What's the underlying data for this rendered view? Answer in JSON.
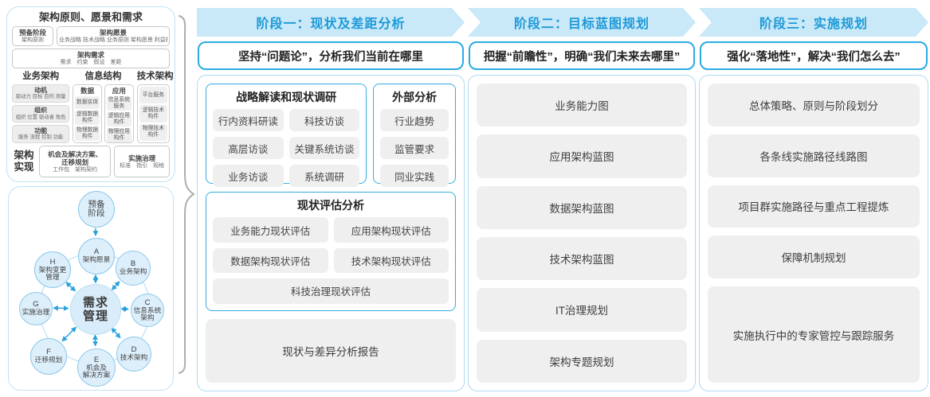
{
  "colors": {
    "accent_blue": "#29abe2",
    "band_bg": "#c9e8f8",
    "band_text": "#1d9ad8",
    "panel_border": "#bfe2f5",
    "group_border": "#35ace1",
    "chip_bg": "#efefef",
    "chip_text": "#444444",
    "circle_fill": "#ddeffb",
    "circle_border": "#8cc8ea",
    "arrow_blue": "#2aa3dc",
    "brace_gray": "#adadad"
  },
  "left_top": {
    "title": "架构原则、愿景和需求",
    "prep_box": {
      "title": "预备阶段",
      "sub": "架构原则"
    },
    "vision_box": {
      "title": "架构愿景",
      "sub": "业务战略 技术战略 业务原则 架构愿景 利益相关者"
    },
    "req_box": {
      "title": "架构需求",
      "sub": "需求　约束　假设　差距"
    },
    "business": {
      "title": "业务架构",
      "chips": [
        {
          "title": "动机",
          "sub": "驱动力 目标 目的 测量"
        },
        {
          "title": "组织",
          "sub": "组织 位置 驱动者 角色"
        },
        {
          "title": "功能",
          "sub": "服务 流程 控制 功能"
        }
      ]
    },
    "information": {
      "title": "信息结构",
      "data_col": {
        "title": "数据",
        "chips": [
          "数据实体",
          "逻辑数据构件",
          "物理数据构件"
        ]
      },
      "app_col": {
        "title": "应用",
        "chips": [
          "信息系统服务",
          "逻辑应用构件",
          "物理应用构件"
        ]
      }
    },
    "technology": {
      "title": "技术架构",
      "chips": [
        "平台服务",
        "逻辑技术构件",
        "物理技术构件"
      ]
    },
    "realization": {
      "label": "架构\n实现",
      "box1": {
        "title": "机会及解决方案、\n迁移规划",
        "sub": "工作包　架构契约"
      },
      "box2": {
        "title": "实施治理",
        "sub": "标准　指引　规格"
      }
    }
  },
  "left_bottom": {
    "prep": "预备\n阶段",
    "center": "需求\n管理",
    "nodes": [
      {
        "letter": "A",
        "label": "架构愿景"
      },
      {
        "letter": "B",
        "label": "业务架构"
      },
      {
        "letter": "C",
        "label": "信息系统\n架构"
      },
      {
        "letter": "D",
        "label": "技术架构"
      },
      {
        "letter": "E",
        "label": "机会及\n解决方案"
      },
      {
        "letter": "F",
        "label": "迁移规划"
      },
      {
        "letter": "G",
        "label": "实施治理"
      },
      {
        "letter": "H",
        "label": "架构变更\n管理"
      }
    ]
  },
  "phases": [
    {
      "header": "阶段一：现状及差距分析",
      "subtitle": "坚持“问题论”，分析我们当前在哪里",
      "group_research": {
        "title": "战略解读和现状调研",
        "chips": [
          "行内资料研读",
          "科技访谈",
          "高层访谈",
          "关键系统访谈",
          "业务访谈",
          "系统调研"
        ]
      },
      "group_external": {
        "title": "外部分析",
        "chips": [
          "行业趋势",
          "监管要求",
          "同业实践"
        ]
      },
      "group_assess": {
        "title": "现状评估分析",
        "chips": [
          "业务能力现状评估",
          "应用架构现状评估",
          "数据架构现状评估",
          "技术架构现状评估",
          "科技治理现状评估"
        ]
      },
      "report": "现状与差异分析报告"
    },
    {
      "header": "阶段二：目标蓝图规划",
      "subtitle": "把握“前瞻性”，明确“我们未来去哪里”",
      "items": [
        "业务能力图",
        "应用架构蓝图",
        "数据架构蓝图",
        "技术架构蓝图",
        "IT治理规划",
        "架构专题规划"
      ]
    },
    {
      "header": "阶段三：实施规划",
      "subtitle": "强化“落地性”，解决“我们怎么去”",
      "items": [
        "总体策略、原则与阶段划分",
        "各条线实施路径线路图",
        "项目群实施路径与重点工程提炼",
        "保障机制规划",
        "实施执行中的专家管控与跟踪服务"
      ]
    }
  ]
}
